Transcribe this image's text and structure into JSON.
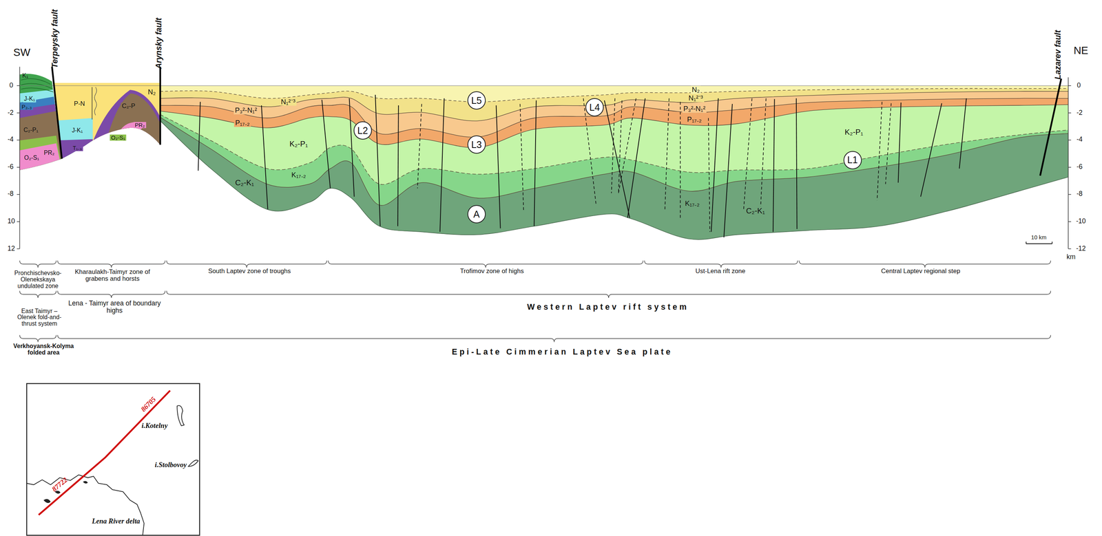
{
  "diagram": {
    "nodes": [
      {
        "text": [
          "L5"
        ]
      },
      {
        "text": [
          "L4"
        ]
      },
      {
        "text": [
          "L2"
        ]
      },
      {
        "text": [
          "L3"
        ]
      },
      {
        "text": [
          "L1"
        ]
      },
      {
        "text": [
          "A"
        ]
      }
    ],
    "labels": [
      "SW",
      "NE",
      "Terpeysky fault",
      "Arynsky fault",
      "Lazarev fault",
      "0",
      "-2",
      "-4",
      "-6",
      "-8",
      "10",
      "12",
      "0",
      "-2",
      "-4",
      "-6",
      "-8",
      "-10",
      "-12",
      "km",
      "K₁",
      "J-K₁",
      "P₂₋₃",
      "C₂-P₁",
      "O₂-S₁",
      "PR₂",
      "P-N",
      "J-K₁",
      "T₁₋₃",
      "C₂-P",
      "PR₂",
      "O₂-S₁",
      "N₂",
      "P₃²-N₁²",
      "N₁²⁻³",
      "P₁₇₋₂",
      "K₂-P₁",
      "K₁₇₋₂",
      "C₂-K₁",
      "N₂",
      "N₁²⁻³",
      "P₃²-N₁²",
      "P₁₇₋₂",
      "K₂-P₁",
      "K₁₇₋₂",
      "C₂-K₁",
      "10 km",
      "Pronchischevsko-Olenekskaya undulated zone",
      "Kharaulakh-Taimyr zone of grabens and horsts",
      "South Laptev zone of troughs",
      "Trofimov zone of highs",
      "Ust-Lena rift zone",
      "Central Laptev regional step",
      "East Taimyr – Olenek fold-and-thrust system",
      "Lena - Taimyr area of boundary highs",
      "Western Laptev rift system",
      "Verkhoyansk-Kolyma folded area",
      "Epi-Late Cimmerian Laptev Sea plate",
      "86705",
      "87722",
      "i.Kotelny",
      "i.Stolbovoy",
      "Lena River delta"
    ]
  }
}
